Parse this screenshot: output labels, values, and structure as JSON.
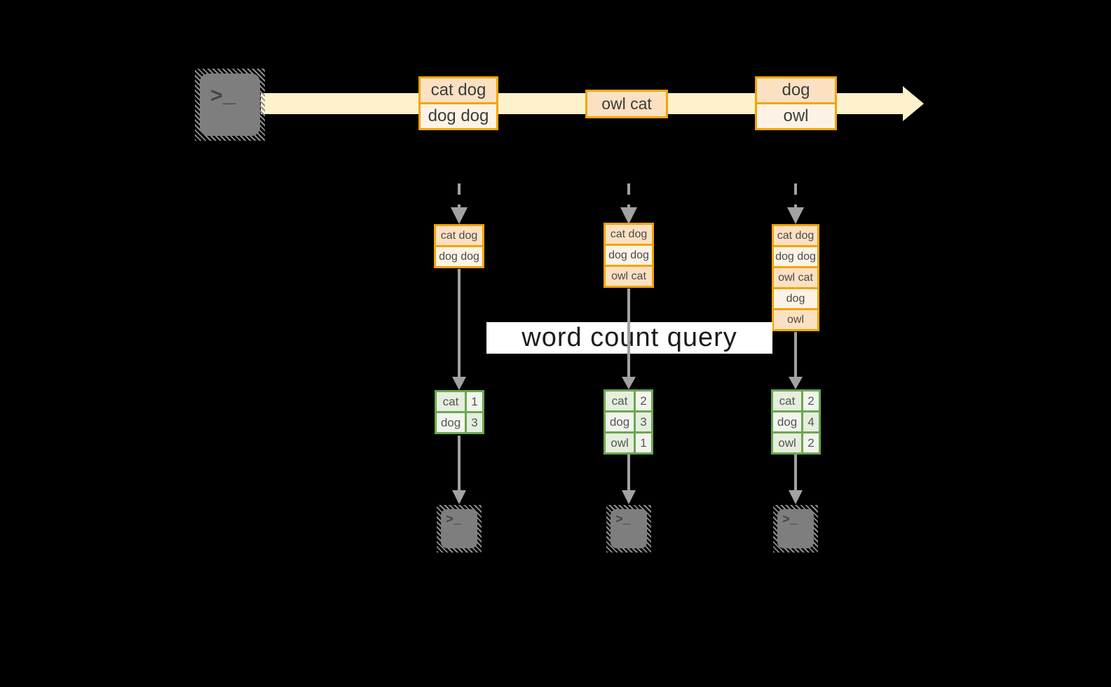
{
  "scene": {
    "banner": {
      "label": "word count query"
    },
    "terminal_glyph": ">_",
    "stream_batches": [
      {
        "lines": [
          "cat dog",
          "dog dog"
        ]
      },
      {
        "lines": [
          "owl cat"
        ]
      },
      {
        "lines": [
          "dog",
          "owl"
        ]
      }
    ],
    "accumulated_inputs": [
      {
        "lines": [
          "cat dog",
          "dog dog"
        ]
      },
      {
        "lines": [
          "cat dog",
          "dog dog",
          "owl cat"
        ]
      },
      {
        "lines": [
          "cat dog",
          "dog dog",
          "owl cat",
          "dog",
          "owl"
        ]
      }
    ],
    "word_count_tables": [
      {
        "rows": [
          {
            "word": "cat",
            "count": "1"
          },
          {
            "word": "dog",
            "count": "3"
          }
        ]
      },
      {
        "rows": [
          {
            "word": "cat",
            "count": "2"
          },
          {
            "word": "dog",
            "count": "3"
          },
          {
            "word": "owl",
            "count": "1"
          }
        ]
      },
      {
        "rows": [
          {
            "word": "cat",
            "count": "2"
          },
          {
            "word": "dog",
            "count": "4"
          },
          {
            "word": "owl",
            "count": "2"
          }
        ]
      }
    ],
    "colors": {
      "background": "#000000",
      "stream_arrow": "#fdf2cc",
      "box_border_amber": "#f0a500",
      "cell_peach": "#fbe1c2",
      "cell_cream": "#fdf3e5",
      "connector_gray": "#a2a2a2",
      "terminal_gray": "#7e7e7e",
      "table_border_green": "#6aa84f",
      "table_cell_green": "#e6eedd",
      "table_cell_light": "#f2f5ed",
      "banner_bg": "#ffffff"
    }
  }
}
